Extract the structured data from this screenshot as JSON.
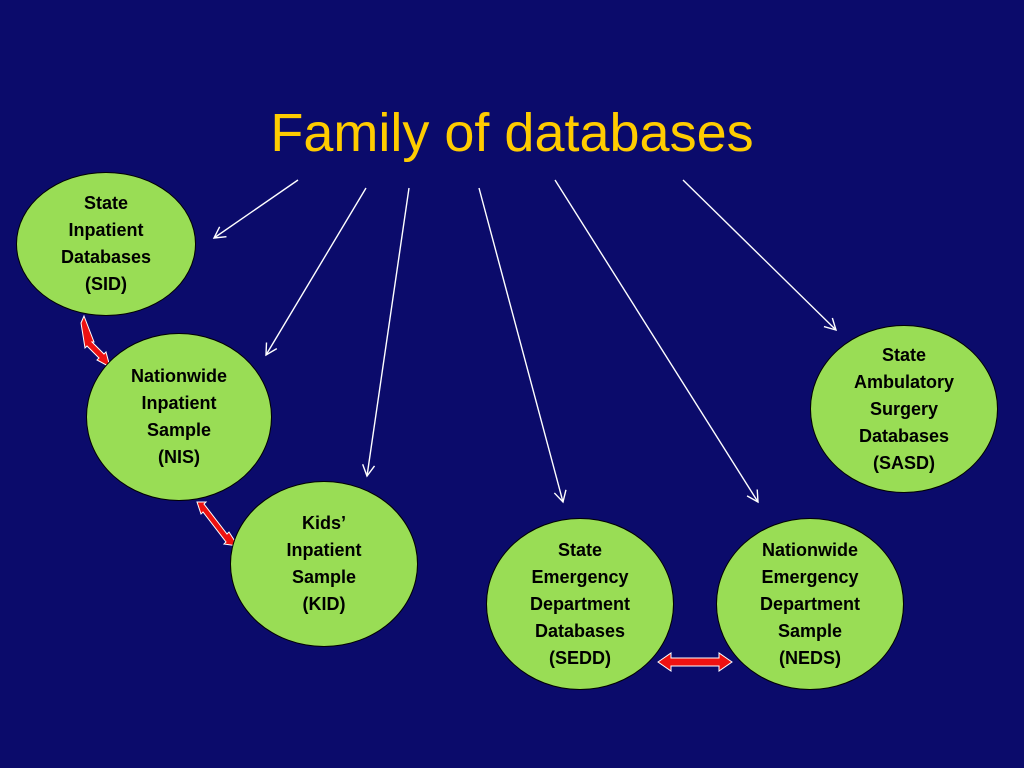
{
  "slide": {
    "title": "Family of databases"
  },
  "nodes": {
    "sid": [
      "State",
      "Inpatient",
      "Databases",
      "(SID)"
    ],
    "nis": [
      "Nationwide",
      "Inpatient",
      "Sample",
      "(NIS)"
    ],
    "kid": [
      "Kids’",
      "Inpatient",
      "Sample",
      "(KID)"
    ],
    "sedd": [
      "State",
      "Emergency",
      "Department",
      "Databases",
      "(SEDD)"
    ],
    "neds": [
      "Nationwide",
      "Emergency",
      "Department",
      "Sample",
      "(NEDS)"
    ],
    "sasd": [
      "State",
      "Ambulatory",
      "Surgery",
      "Databases",
      "(SASD)"
    ]
  },
  "colors": {
    "background": "#0b0b6b",
    "title": "#ffcc00",
    "node_fill": "#99dd55",
    "arrow": "#ffffff",
    "double_arrow": "#ee1111"
  }
}
